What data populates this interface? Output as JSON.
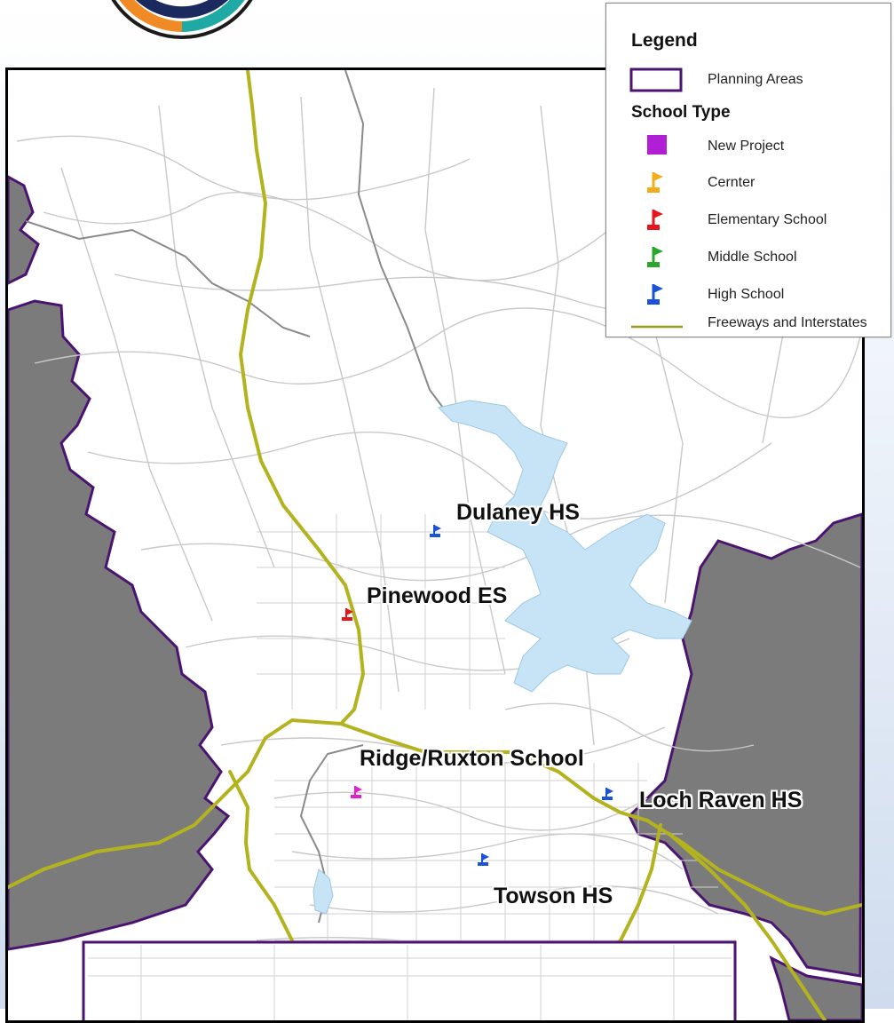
{
  "legend": {
    "title": "Legend",
    "planning_areas_label": "Planning Areas",
    "school_type_title": "School Type",
    "items": [
      {
        "label": "New Project",
        "color": "#b01ed6",
        "symbol": "square"
      },
      {
        "label": "Cernter",
        "color": "#f3ac1c",
        "symbol": "flag"
      },
      {
        "label": "Elementary School",
        "color": "#e5161b",
        "symbol": "flag"
      },
      {
        "label": "Middle School",
        "color": "#2ba82b",
        "symbol": "flag"
      },
      {
        "label": "High School",
        "color": "#1a53d6",
        "symbol": "flag"
      }
    ],
    "freeway_label": "Freeways and Interstates"
  },
  "colors": {
    "planning_area_outline": "#4a1470",
    "outside_area": "#7b7b7b",
    "freeway": "#b3b320",
    "water": "#c6e4f5",
    "road": "#c8c8c8"
  },
  "map_labels": {
    "dulaney": "Dulaney HS",
    "pinewood": "Pinewood ES",
    "ridge": "Ridge/Ruxton School",
    "loch_raven": "Loch Raven HS",
    "towson": "Towson HS"
  },
  "schools": [
    {
      "name": "Dulaney HS",
      "type": "High School",
      "color": "#1a53d6"
    },
    {
      "name": "Pinewood ES",
      "type": "Elementary School",
      "color": "#e5161b"
    },
    {
      "name": "Ridge/Ruxton School",
      "type": "New Project",
      "color": "#e31fd6"
    },
    {
      "name": "Loch Raven HS",
      "type": "High School",
      "color": "#1a53d6"
    },
    {
      "name": "Towson HS",
      "type": "High School",
      "color": "#1a53d6"
    }
  ]
}
